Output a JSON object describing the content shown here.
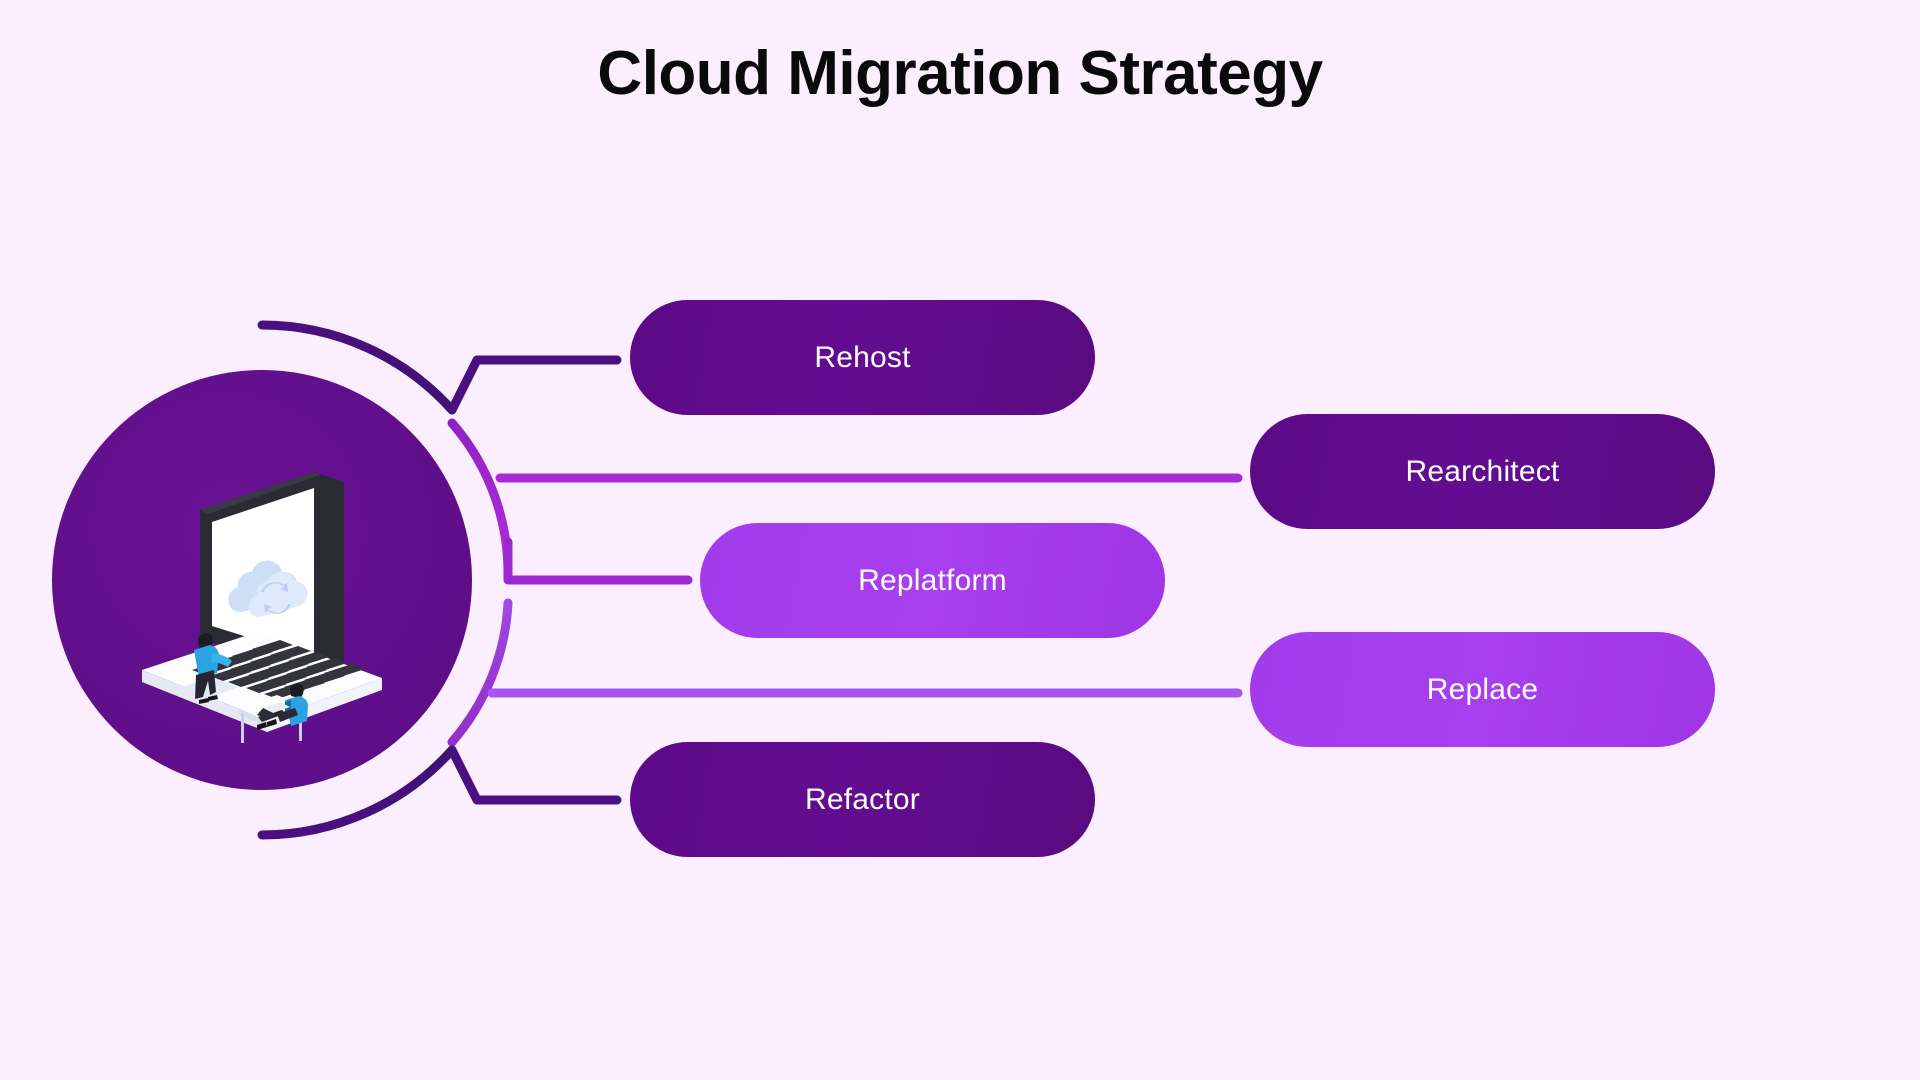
{
  "page": {
    "title": "Cloud Migration Strategy",
    "background_color": "#FBEEFE",
    "title_color": "#0A0A0A"
  },
  "colors": {
    "background": "#FBEEFE",
    "circle_dark_purple": "#5F0F8C",
    "pill_dark_purple": "#5F0B88",
    "pill_light_purple": "#A63FEC",
    "connector_dark": "#4B1080",
    "connector_mid": "#A82BD6",
    "connector_light": "#A855F0",
    "text_white": "#FFFFFF"
  },
  "center": {
    "node_name": "cloud-migration-hub",
    "illustration": {
      "name": "isometric-laptop-cloud-sync-illustration",
      "description": "Isometric white laptop with cloud sync icon on screen and two people working",
      "screen_icon": "cloud-sync-icon",
      "people_count": 2
    }
  },
  "branches": [
    {
      "id": "rehost",
      "label": "Rehost",
      "style": "dark",
      "connector_color": "#4B1080",
      "arc": "top-outer",
      "side": "left-column"
    },
    {
      "id": "rearchitect",
      "label": "Rearchitect",
      "style": "dark",
      "connector_color": "#A82BD6",
      "arc": "upper-inner",
      "side": "right-column"
    },
    {
      "id": "replatform",
      "label": "Replatform",
      "style": "light",
      "connector_color": "#A82BD6",
      "arc": "upper-inner",
      "side": "left-column"
    },
    {
      "id": "replace",
      "label": "Replace",
      "style": "light",
      "connector_color": "#A855F0",
      "arc": "lower-inner",
      "side": "right-column"
    },
    {
      "id": "refactor",
      "label": "Refactor",
      "style": "dark",
      "connector_color": "#4B1080",
      "arc": "bottom-outer",
      "side": "left-column"
    }
  ]
}
